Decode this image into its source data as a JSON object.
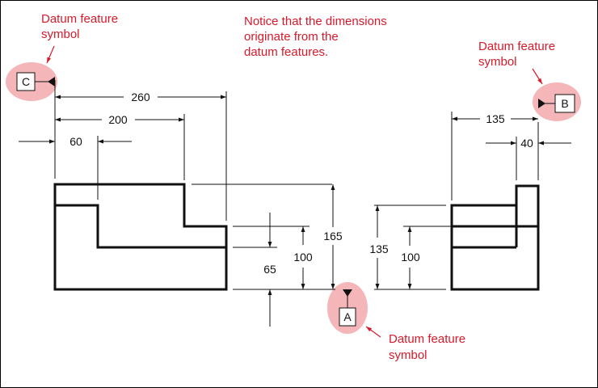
{
  "notes": {
    "center": [
      "Notice that the dimensions",
      "originate from the",
      "datum features."
    ],
    "datum_c": [
      "Datum feature",
      "symbol"
    ],
    "datum_b": [
      "Datum feature",
      "symbol"
    ],
    "datum_a": [
      "Datum feature",
      "symbol"
    ]
  },
  "datums": {
    "a": "A",
    "b": "B",
    "c": "C"
  },
  "dimensions": {
    "d260": "260",
    "d200": "200",
    "d60": "60",
    "d165": "165",
    "d100_left": "100",
    "d65": "65",
    "d135_vertical": "135",
    "d100_right": "100",
    "d135_horizontal": "135",
    "d40": "40"
  },
  "colors": {
    "annotation": "#d7192a",
    "highlight": "#f4b6b8",
    "line": "#111111"
  }
}
